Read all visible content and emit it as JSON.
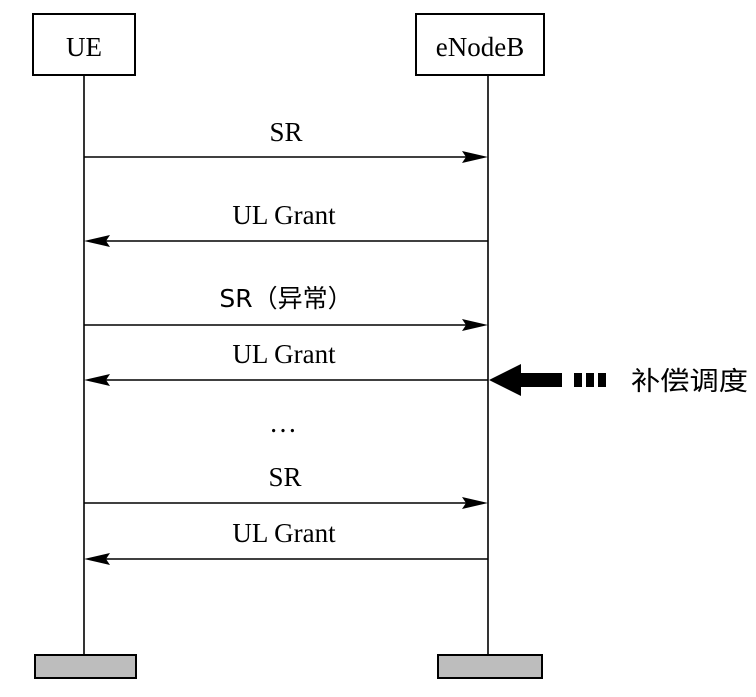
{
  "entities": [
    {
      "id": "ue",
      "label": "UE"
    },
    {
      "id": "enb",
      "label": "eNodeB"
    }
  ],
  "messages": [
    {
      "label": "SR",
      "from": "ue",
      "to": "enb"
    },
    {
      "label": "UL Grant",
      "from": "enb",
      "to": "ue"
    },
    {
      "label": "SR（异常）",
      "from": "ue",
      "to": "enb"
    },
    {
      "label": "UL Grant",
      "from": "enb",
      "to": "ue",
      "marked": true
    },
    {
      "label": "SR",
      "from": "ue",
      "to": "enb"
    },
    {
      "label": "UL Grant",
      "from": "enb",
      "to": "ue"
    }
  ],
  "ellipsis": "…",
  "annotation": {
    "label": "补偿调度",
    "target_message": 3
  },
  "colors": {
    "line": "#000000",
    "footer": "#bdbdbd"
  }
}
